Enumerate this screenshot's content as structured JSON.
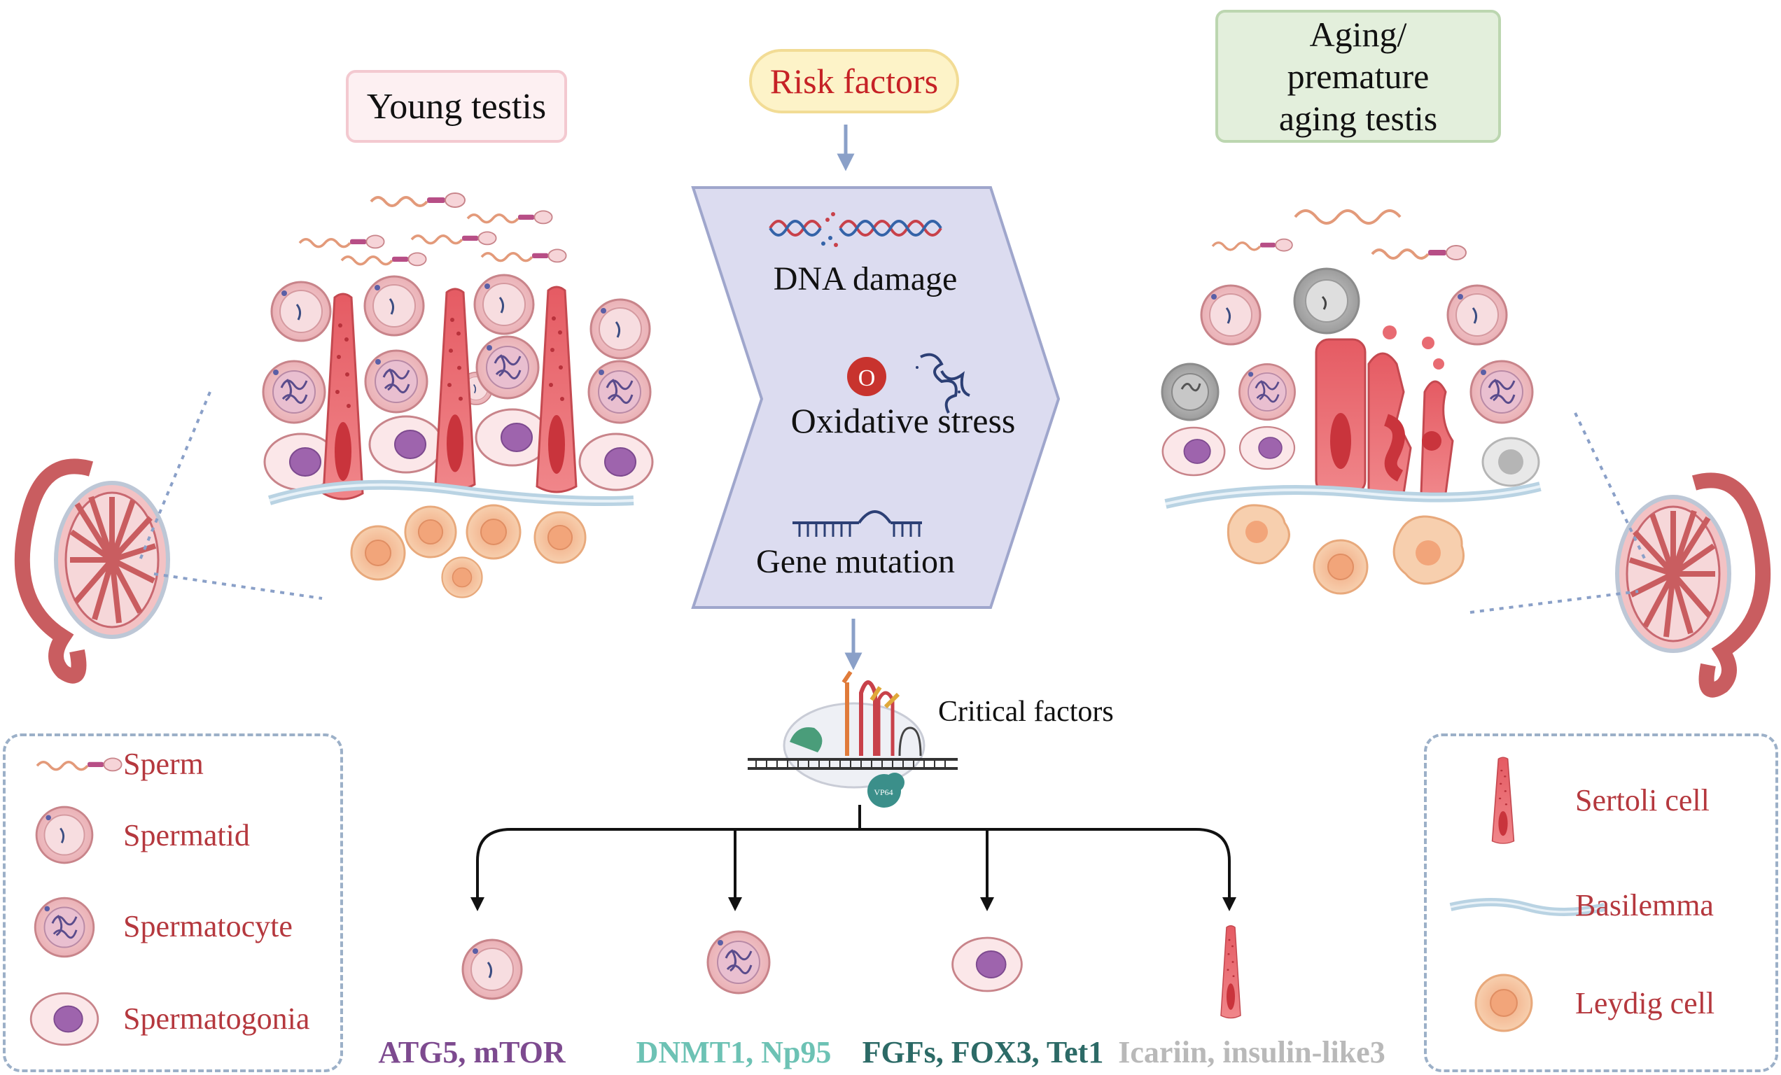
{
  "panels": {
    "young_title": "Young testis",
    "risk_title": "Risk factors",
    "aging_title": [
      "Aging/",
      "premature",
      "aging testis"
    ]
  },
  "risk_steps": [
    {
      "label": "DNA damage",
      "icon": "dna-break-icon"
    },
    {
      "label": "Oxidative stress",
      "icon": "oxygen-radical-icon",
      "symbol": "O"
    },
    {
      "label": "Gene mutation",
      "icon": "mutated-dna-icon"
    }
  ],
  "critical": {
    "label": "Critical factors",
    "enzyme_tag": "VP64"
  },
  "factors": [
    {
      "label": "ATG5, mTOR",
      "cell": "spermatid",
      "color": "#7d4a8f"
    },
    {
      "label": "DNMT1, Np95",
      "cell": "spermatocyte",
      "color": "#6dc2b4"
    },
    {
      "label": "FGFs, FOX3, Tet1",
      "cell": "spermatogonia",
      "color": "#2c6a66"
    },
    {
      "label": "Icariin, insulin-like3",
      "cell": "sertoli",
      "color": "#b9b9b9"
    }
  ],
  "legend_left": [
    {
      "label": "Sperm",
      "icon": "sperm-icon"
    },
    {
      "label": "Spermatid",
      "icon": "spermatid-icon"
    },
    {
      "label": "Spermatocyte",
      "icon": "spermatocyte-icon"
    },
    {
      "label": "Spermatogonia",
      "icon": "spermatogonia-icon"
    }
  ],
  "legend_right": [
    {
      "label": "Sertoli cell",
      "icon": "sertoli-cell-icon"
    },
    {
      "label": "Basilemma",
      "icon": "basilemma-icon"
    },
    {
      "label": "Leydig cell",
      "icon": "leydig-cell-icon"
    }
  ],
  "colors": {
    "risk_text": "#c62226",
    "legend_text": "#b5383e",
    "chevron_fill": "#dcdcf0",
    "arrow": "#8aa0c8"
  }
}
